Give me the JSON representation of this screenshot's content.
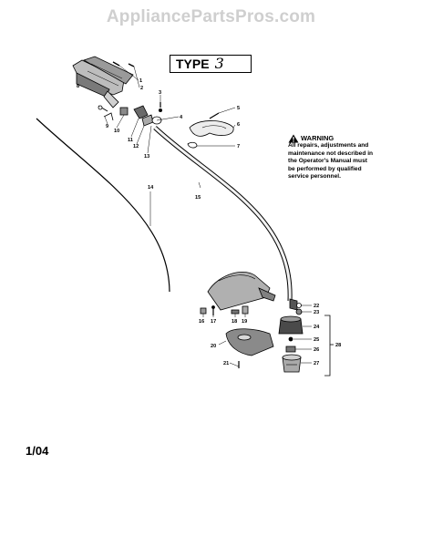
{
  "watermark": "AppliancePartsPros.com",
  "type_box": {
    "label": "TYPE",
    "value": "3"
  },
  "warning": {
    "heading": "WARNING",
    "lines": [
      "All repairs, adjustments and",
      "maintenance not described in",
      "the Operator's Manual must",
      "be performed by qualified",
      "service personnel."
    ]
  },
  "date_code": "1/04",
  "part_labels": [
    "1",
    "2",
    "3",
    "4",
    "5",
    "6",
    "7",
    "8",
    "9",
    "10",
    "11",
    "12",
    "13",
    "14",
    "15",
    "16",
    "17",
    "18",
    "19",
    "20",
    "21",
    "22",
    "23",
    "24",
    "25",
    "26",
    "27",
    "28"
  ]
}
